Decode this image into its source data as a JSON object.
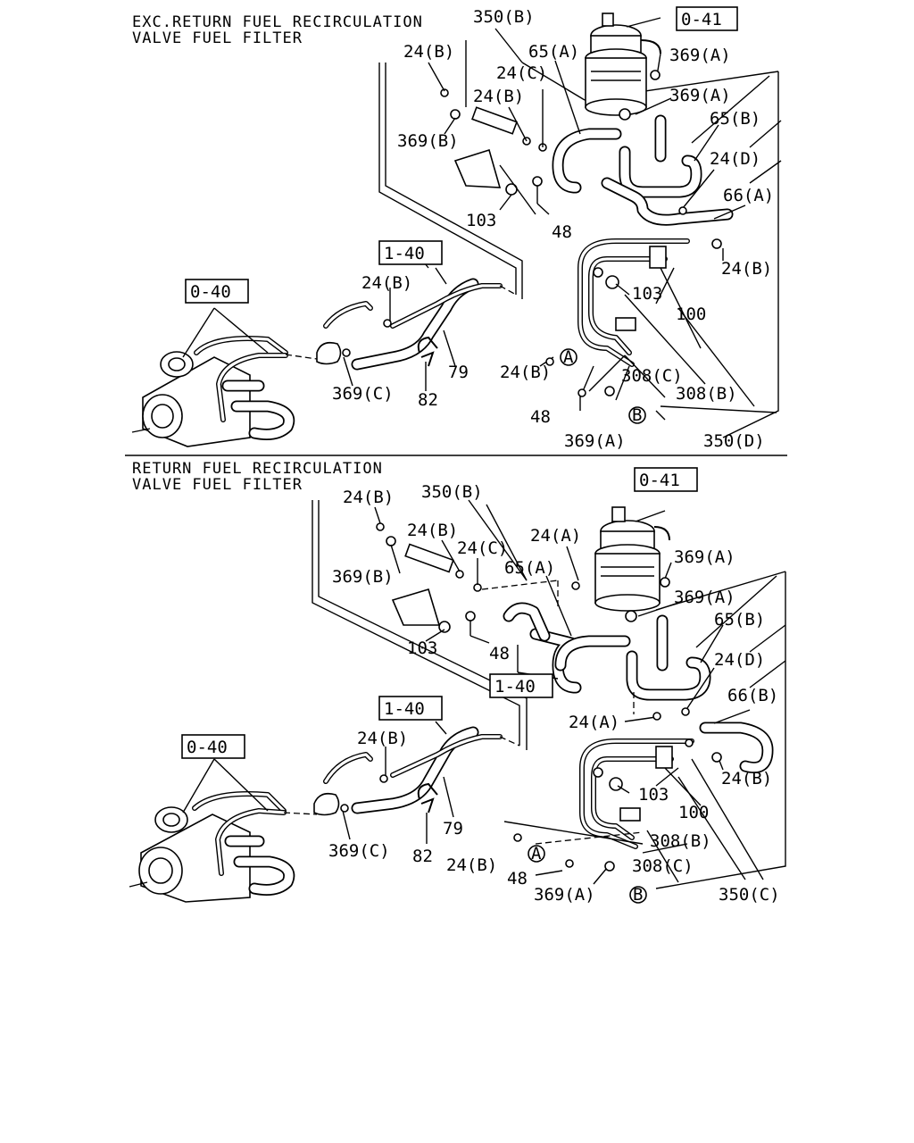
{
  "top_section": {
    "header_line1": "EXC.RETURN FUEL RECIRCULATION",
    "header_line2": "VALVE FUEL FILTER",
    "boxes": {
      "filter": "0-41",
      "pipe": "1-40",
      "pump": "0-40"
    },
    "labels": {
      "l350b": "350(B)",
      "l65a": "65(A)",
      "l24b_1": "24(B)",
      "l24c": "24(C)",
      "l24b_2": "24(B)",
      "l369a_1": "369(A)",
      "l369a_2": "369(A)",
      "l65b": "65(B)",
      "l369b": "369(B)",
      "l24d": "24(D)",
      "l66a": "66(A)",
      "l103_1": "103",
      "l48_1": "48",
      "l24b_3": "24(B)",
      "l24b_4": "24(B)",
      "l103_2": "103",
      "l100": "100",
      "l369c": "369(C)",
      "l79": "79",
      "l82": "82",
      "l24b_5": "24(B)",
      "lA": "A",
      "l308c": "308(C)",
      "l308b": "308(B)",
      "l48_2": "48",
      "lB": "B",
      "l369a_3": "369(A)",
      "l350d": "350(D)"
    }
  },
  "bottom_section": {
    "header_line1": "RETURN FUEL RECIRCULATION",
    "header_line2": "VALVE FUEL FILTER",
    "boxes": {
      "filter": "0-41",
      "pipe_mid": "1-40",
      "pipe": "1-40",
      "pump": "0-40"
    },
    "labels": {
      "l24b_1": "24(B)",
      "l350b": "350(B)",
      "l24a_1": "24(A)",
      "l24b_2": "24(B)",
      "l24c": "24(C)",
      "l369b": "369(B)",
      "l65a": "65(A)",
      "l369a_1": "369(A)",
      "l369a_2": "369(A)",
      "l65b": "65(B)",
      "l103_1": "103",
      "l48_1": "48",
      "l24d": "24(D)",
      "l66b": "66(B)",
      "l24a_2": "24(A)",
      "l24b_3": "24(B)",
      "l24b_4": "24(B)",
      "l103_2": "103",
      "l100": "100",
      "l369c": "369(C)",
      "l79": "79",
      "l82": "82",
      "l308b": "308(B)",
      "lA": "A",
      "l24b_5": "24(B)",
      "l308c": "308(C)",
      "l48_2": "48",
      "l369a_3": "369(A)",
      "lB": "B",
      "l350c": "350(C)"
    }
  }
}
